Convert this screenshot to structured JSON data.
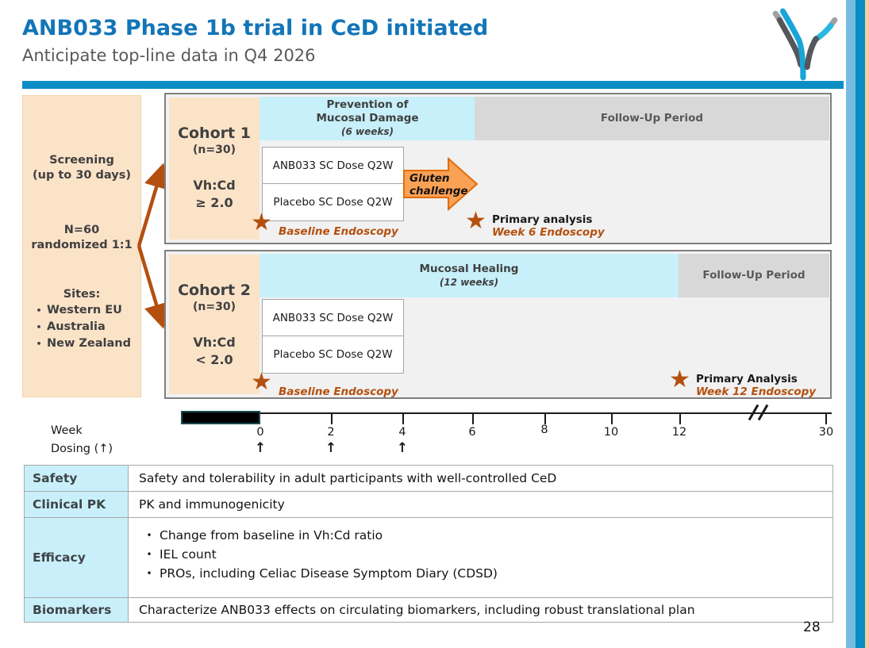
{
  "slide": {
    "title": "ANB033 Phase 1b trial in CeD initiated",
    "subtitle": "Anticipate top-line data in Q4 2026",
    "page_number": "28"
  },
  "glyphs": {
    "star": "★",
    "up_arrow": "↑",
    "bullet": "•"
  },
  "screening": {
    "line1": "Screening",
    "line2": "(up to 30 days)",
    "line3": "N=60",
    "line4": "randomized 1:1",
    "sites_label": "Sites:",
    "sites": [
      "Western EU",
      "Australia",
      "New Zealand"
    ]
  },
  "cohorts": [
    {
      "name": "Cohort 1",
      "n": "(n=30)",
      "criteria_line1": "Vh:Cd",
      "criteria_line2": "≥ 2.0",
      "phase_line1": "Prevention of",
      "phase_line2": "Mucosal Damage",
      "phase_duration": "(6 weeks)",
      "followup_label": "Follow-Up Period",
      "arms": [
        "ANB033 SC Dose Q2W",
        "Placebo SC Dose Q2W"
      ],
      "gluten_line1": "Gluten",
      "gluten_line2": "challenge",
      "baseline_label": "Baseline Endoscopy",
      "primary_line1": "Primary analysis",
      "primary_line2": "Week 6 Endoscopy"
    },
    {
      "name": "Cohort 2",
      "n": "(n=30)",
      "criteria_line1": "Vh:Cd",
      "criteria_line2": "< 2.0",
      "phase_line1": "Mucosal Healing",
      "phase_duration": "(12 weeks)",
      "followup_label": "Follow-Up Period",
      "arms": [
        "ANB033 SC Dose Q2W",
        "Placebo SC Dose Q2W"
      ],
      "baseline_label": "Baseline Endoscopy",
      "primary_line1": "Primary Analysis",
      "primary_line2": "Week 12 Endoscopy"
    }
  ],
  "timeline": {
    "week_label": "Week",
    "dosing_label": "Dosing (↑)",
    "ticks": [
      "0",
      "2",
      "4",
      "6",
      "8",
      "10",
      "12",
      "30"
    ]
  },
  "table": {
    "rows": [
      {
        "label": "Safety",
        "content": "Safety and tolerability in adult participants with well-controlled CeD"
      },
      {
        "label": "Clinical PK",
        "content": "PK and immunogenicity"
      },
      {
        "label": "Efficacy",
        "bullets": [
          "Change from baseline in Vh:Cd ratio",
          "IEL count",
          "PROs, including Celiac Disease Symptom Diary (CDSD)"
        ]
      },
      {
        "label": "Biomarkers",
        "content": "Characterize ANB033 effects on circulating biomarkers, including robust translational plan"
      }
    ]
  },
  "colors": {
    "title_blue": "#1375B7",
    "accent_blue": "#0C8DC4",
    "band_cyan": "#C7F0FA",
    "band_gray": "#D8D8D8",
    "peach": "#FBE3C8",
    "gluten_arrow_orange": "#F9A155",
    "endoscopy_orange": "#B4500F",
    "sidebar_light_blue": "#74BCE0",
    "sidebar_blue": "#0A8CC6",
    "sidebar_peach": "#F5CFA3"
  }
}
